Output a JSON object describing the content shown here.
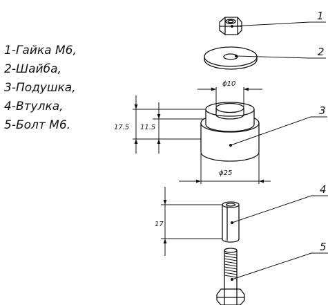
{
  "legend": [
    "1-Гайка М6,",
    "2-Шайба,",
    "3-Подушка,",
    "4-Втулка,",
    "5-Болт М6."
  ],
  "dimensions": {
    "washer_hole_dia": "ϕ10",
    "cushion_total_height": "17.5",
    "cushion_body_height": "11.5",
    "cushion_dia": "ϕ25",
    "sleeve_length": "17"
  },
  "leaders": [
    "1",
    "2",
    "3",
    "4",
    "5"
  ]
}
